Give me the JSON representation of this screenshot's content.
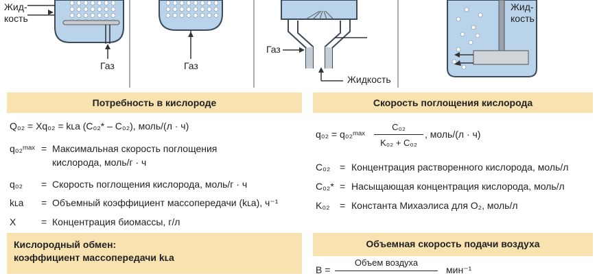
{
  "diagram": {
    "labels": {
      "liquid_left": "Жид-\nкость",
      "gas_1": "Газ",
      "gas_2": "Газ",
      "gas_3": "Газ",
      "liquid_mid": "Жидкость",
      "liquid_right": "Жид-\nкость"
    }
  },
  "oxygen_demand": {
    "title": "Потребность в кислороде",
    "rows": [
      {
        "sym": "",
        "eq": "",
        "text": "Q₀₂ = Xq₀₂ = kʟa (C₀₂* – C₀₂), моль/(л · ч)"
      },
      {
        "sym": "q₀₂ᵐᵃˣ",
        "eq": "=",
        "text": "Максимальная скорость поглощения"
      },
      {
        "sym": "",
        "eq": "",
        "text": "кислорода, моль/г · ч"
      },
      {
        "sym": "q₀₂",
        "eq": "=",
        "text": "Скорость поглощения кислорода, моль/г · ч"
      },
      {
        "sym": "kʟa",
        "eq": "=",
        "text": "Объемный коэффициент массопередачи (kʟa), ч⁻¹"
      },
      {
        "sym": "X",
        "eq": "=",
        "text": "Концентрация биомассы, г/л"
      }
    ]
  },
  "uptake_rate": {
    "title": "Скорость поглощения кислорода",
    "formula_left": "q₀₂ = q₀₂ᵐᵃˣ",
    "numerator": "C₀₂",
    "denominator": "K₀₂ + C₀₂",
    "formula_unit": ", моль/(л · ч)",
    "rows": [
      {
        "sym": "C₀₂",
        "eq": "=",
        "text": "Концентрация растворенного кислорода, моль/л"
      },
      {
        "sym": "C₀₂*",
        "eq": "=",
        "text": "Насыщающая концентрация кислорода, моль/л"
      },
      {
        "sym": "K₀₂",
        "eq": "=",
        "text": "Константа Михаэлиса для O₂, моль/л"
      }
    ]
  },
  "oxygen_exchange": {
    "title_line1": "Кислородный обмен:",
    "title_line2": "коэффициент массопередачи kʟa"
  },
  "air_feed": {
    "title": "Объемная скорость подачи воздуха",
    "formula_left": "B =",
    "numerator": "Объем воздуха",
    "unit": "мин⁻¹"
  },
  "colors": {
    "band": "#f7e2b0",
    "vessel_fill": "#b9d3ea",
    "vessel_stroke": "#3a4a5a"
  }
}
